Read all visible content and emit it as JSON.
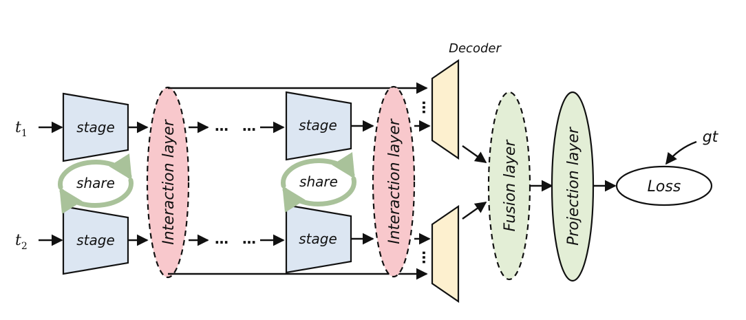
{
  "inputs": {
    "t1_base": "t",
    "t1_sub": "1",
    "t2_base": "t",
    "t2_sub": "2"
  },
  "stage_label": "stage",
  "share_label": "share",
  "interaction_label": "Interaction layer",
  "decoder_label": "Decoder",
  "fusion_label": "Fusion layer",
  "projection_label": "Projection layer",
  "loss_label": "Loss",
  "gt_label": "gt",
  "ellipsis_label": "…",
  "colors": {
    "stage_fill": "#dce6f2",
    "interaction_fill": "#f8c8cc",
    "decoder_fill": "#fdf0cf",
    "fusion_fill": "#e3eed6",
    "projection_fill": "#e3eed6",
    "share_arrow": "#a9c29a",
    "stroke": "#111111"
  }
}
